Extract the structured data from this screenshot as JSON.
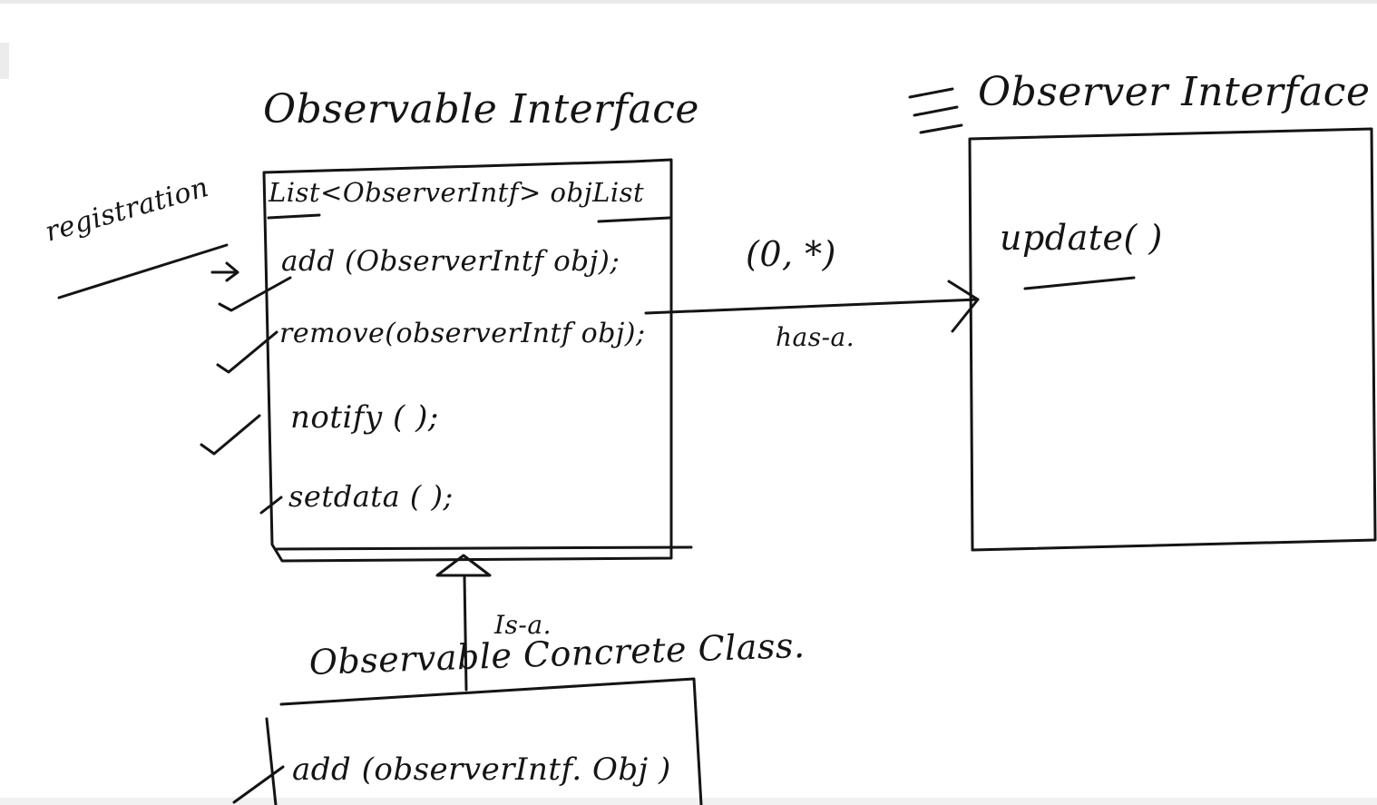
{
  "observable_interface": {
    "title": "Observable Interface",
    "fields": [
      "List<ObserverIntf> objList"
    ],
    "methods": [
      "add (ObserverIntf obj);",
      "remove(observerIntf obj);",
      "notify ( );",
      "setdata ( );"
    ]
  },
  "observer_interface": {
    "title": "Observer Interface",
    "methods": [
      "update( )"
    ]
  },
  "observable_concrete_class": {
    "title": "Observable Concrete Class.",
    "methods": [
      "add (observerIntf. Obj )"
    ]
  },
  "relations": {
    "has_a_label": "has-a.",
    "multiplicity": "(0, *)",
    "is_a_label": "Is-a."
  },
  "annotations": {
    "registration": "registration"
  },
  "colors": {
    "ink": "#141414",
    "background": "#ffffff"
  }
}
